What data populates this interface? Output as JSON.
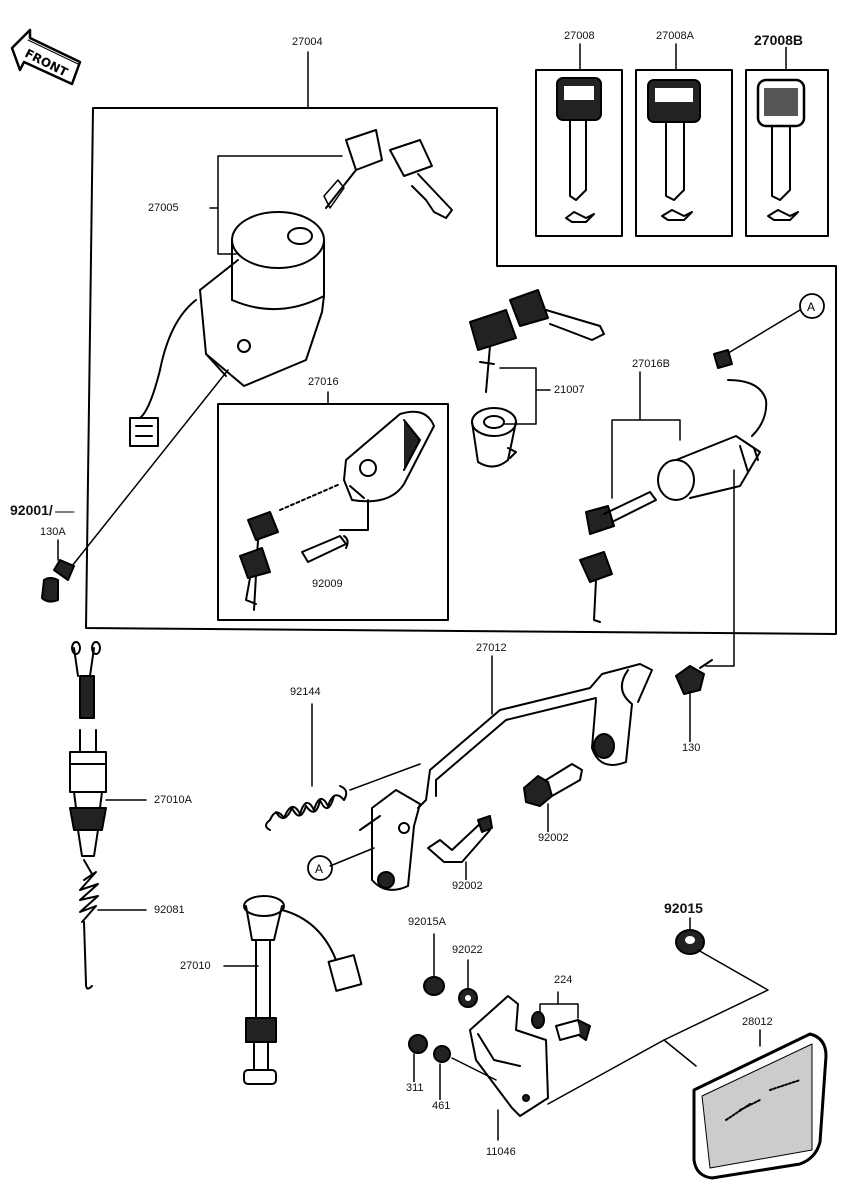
{
  "labels": {
    "front": "FRONT",
    "p27004": "27004",
    "p27008": "27008",
    "p27008A": "27008A",
    "p27008B": "27008B",
    "p27005": "27005",
    "p27016": "27016",
    "p27016B": "27016B",
    "p21007": "21007",
    "p92001": "92001/",
    "p130A": "130A",
    "p92009": "92009",
    "p27012": "27012",
    "p92144": "92144",
    "p130": "130",
    "p27010A": "27010A",
    "p92002a": "92002",
    "p92002b": "92002",
    "p92081": "92081",
    "p27010": "27010",
    "p92015A": "92015A",
    "p92022": "92022",
    "p224": "224",
    "p92015": "92015",
    "p28012": "28012",
    "p311": "311",
    "p461": "461",
    "p11046": "11046",
    "calloutA1": "A",
    "calloutA2": "A"
  }
}
